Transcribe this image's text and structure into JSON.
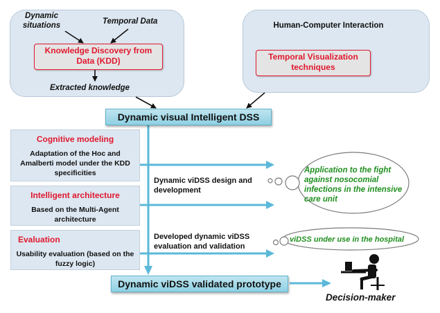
{
  "top_left": {
    "dynamic_situations": "Dynamic situations",
    "temporal_data": "Temporal Data",
    "kdd": "Knowledge Discovery from Data (KDD)",
    "extracted": "Extracted knowledge"
  },
  "top_right": {
    "hci": "Human-Computer Interaction",
    "temporal_viz": "Temporal Visualization techniques"
  },
  "main_bar": "Dynamic visual Intelligent DSS",
  "sections": [
    {
      "heading": "Cognitive modeling",
      "body": "Adaptation of the Hoc and Amalberti model under the KDD specificities"
    },
    {
      "heading": "Intelligent architecture",
      "body": "Based on the Multi-Agent architecture"
    },
    {
      "heading": "Evaluation",
      "body": "Usability evaluation (based on the fuzzy logic)"
    }
  ],
  "middle": {
    "design": "Dynamic viDSS design and development",
    "evaluation": "Developed dynamic viDSS evaluation and validation"
  },
  "clouds": {
    "application": "Application to the fight against nosocomial infections in the intensive care unit",
    "use": "viDSS under use in the hospital"
  },
  "bottom_bar": "Dynamic viDSS validated prototype",
  "decision_maker": "Decision-maker",
  "colors": {
    "red": "#e0182d",
    "green": "#1f8f1f",
    "panel": "#dde7f1",
    "bar": "#a8dcea",
    "arrow": "#5bb8d8"
  }
}
